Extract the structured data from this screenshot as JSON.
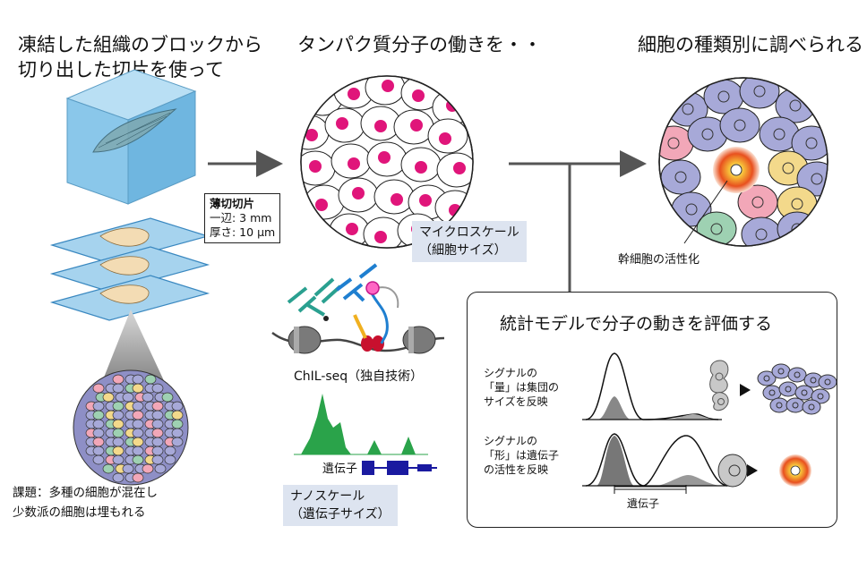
{
  "headings": {
    "left": [
      "凍結した組織のブロックから",
      "切り出した切片を使って"
    ],
    "middle": "タンパク質分子の働きを・・",
    "right": "細胞の種類別に調べられる"
  },
  "slice_box": {
    "title": "薄切切片",
    "line1": "一辺: 3 mm",
    "line2": "厚さ: 10 μm"
  },
  "micro_scale": [
    "マイクロスケール",
    "（細胞サイズ）"
  ],
  "nano_scale": [
    "ナノスケール",
    "（遺伝子サイズ）"
  ],
  "chil_label": "ChIL-seq（独自技術）",
  "gene_label": "遺伝子",
  "stem_label": "幹細胞の活性化",
  "issue_text": [
    "課題：多種の細胞が混在し",
    "少数派の細胞は埋もれる"
  ],
  "panel": {
    "title": "統計モデルで分子の動きを評価する",
    "row1": [
      "シグナルの",
      "「量」は集団の",
      "サイズを反映"
    ],
    "row2": [
      "シグナルの",
      "「形」は遺伝子",
      "の活性を反映"
    ],
    "axis_label": "遺伝子"
  },
  "colors": {
    "nucleus_magenta": "#e0157a",
    "cell_purple": "#a7a9d8",
    "stem_orange": "#e8501e",
    "scale_box_bg": "#dde4f0",
    "peak_green": "#2aa34a",
    "gene_blue": "#1a1aa0",
    "slice_blue": "#a6d3ee"
  }
}
